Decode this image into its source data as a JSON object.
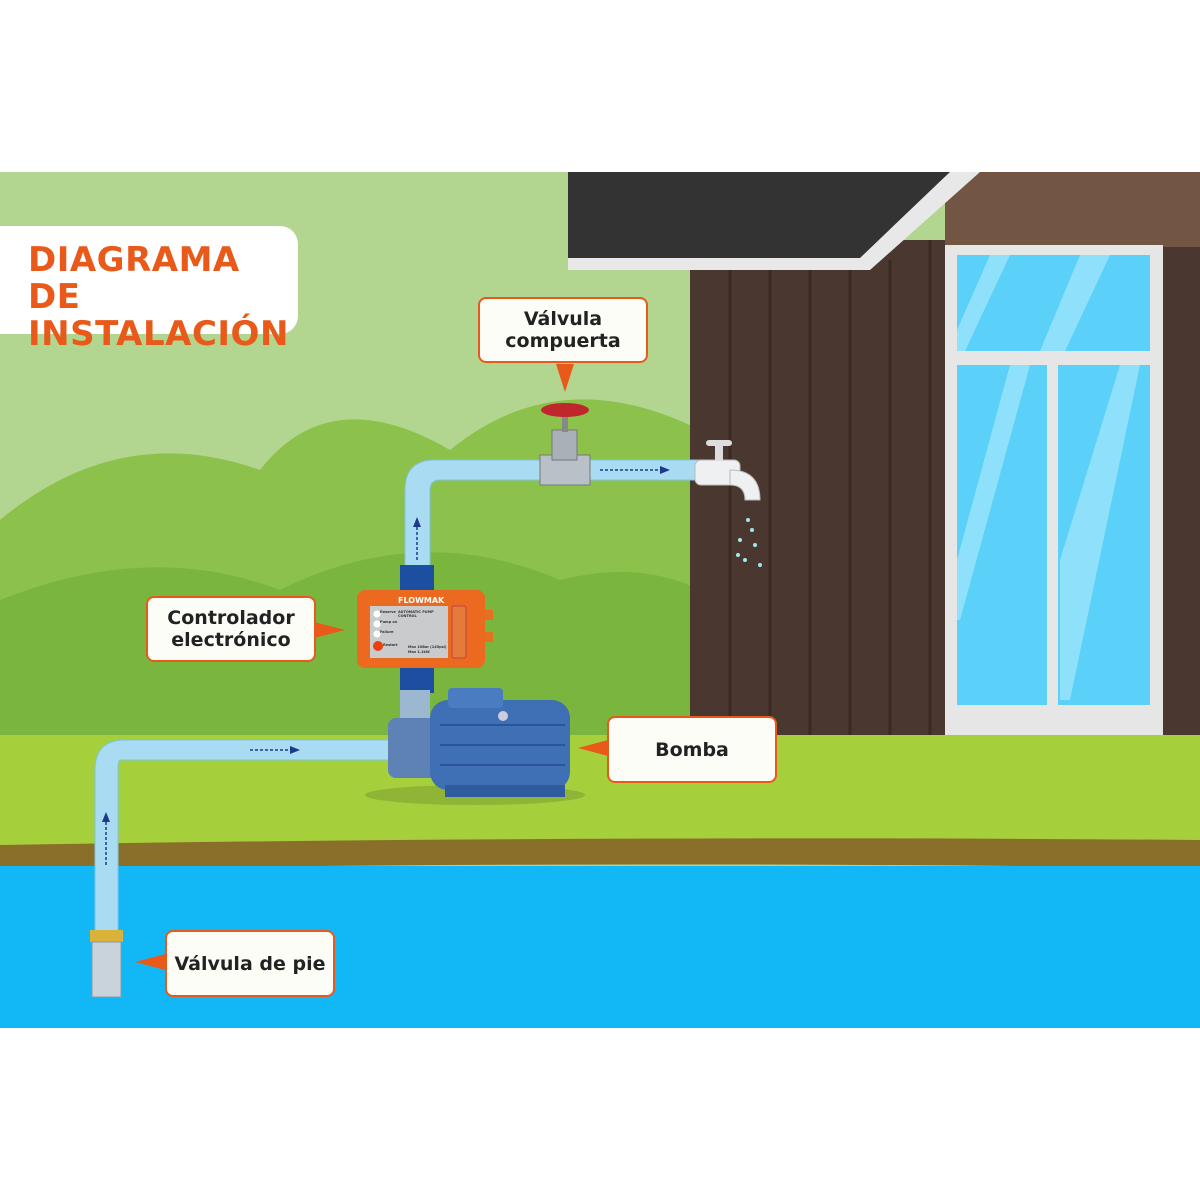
{
  "title": {
    "line1": "DIAGRAMA DE",
    "line2": "INSTALACIÓN"
  },
  "labels": {
    "gate_valve": {
      "line1": "Válvula",
      "line2": "compuerta"
    },
    "controller": {
      "line1": "Controlador",
      "line2": "electrónico"
    },
    "pump": "Bomba",
    "foot_valve": "Válvula de pie"
  },
  "controller_panel": {
    "brand": "FLOWMAK",
    "heading": "AUTOMATIC PUMP CONTROL",
    "indicators": [
      "Reserve",
      "Pump on",
      "Failure",
      "Restart"
    ],
    "specs": [
      "Max 10Bar (145psi)",
      "Max 1.1kW"
    ]
  },
  "colors": {
    "accent": "#e8591a",
    "water": "#12b8f5",
    "grass": "#a6cf3c",
    "sky": "#b2d590",
    "wall": "#4a3830",
    "pipe": "#a9dcf2"
  }
}
